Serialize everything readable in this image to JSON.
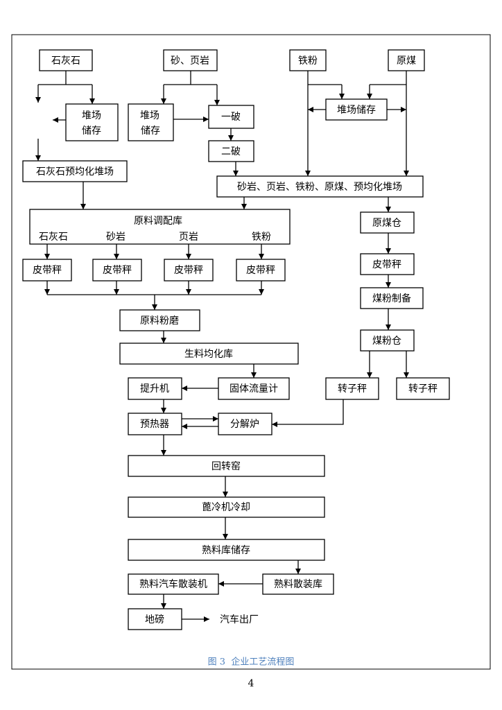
{
  "diagram": {
    "inputs": {
      "limestone": "石灰石",
      "sand_shale": "砂、页岩",
      "iron_powder": "铁粉",
      "raw_coal": "原煤"
    },
    "limestone_yard": {
      "line1": "堆场",
      "line2": "储存"
    },
    "sand_yard": {
      "line1": "堆场",
      "line2": "储存"
    },
    "iron_coal_yard": "堆场储存",
    "primary_crushing": "一破",
    "secondary_crushing": "二破",
    "limestone_prehomogenization": "石灰石预均化堆场",
    "mixed_prehomogenization": "砂岩、页岩、铁粉、原煤、预均化堆场",
    "batching": {
      "title": "原料调配库",
      "components": [
        "石灰石",
        "砂岩",
        "页岩",
        "铁粉"
      ]
    },
    "belt_scales": [
      "皮带秤",
      "皮带秤",
      "皮带秤",
      "皮带秤"
    ],
    "coal_line": {
      "raw_coal_bin": "原煤仓",
      "belt_scale": "皮带秤",
      "coal_powder_prep": "煤粉制备",
      "coal_powder_bin": "煤粉仓",
      "rotor_scales": [
        "转子秤",
        "转子秤"
      ]
    },
    "raw_mill": "原料粉磨",
    "raw_meal_homogenization": "生料均化库",
    "elevator": "提升机",
    "solid_flowmeter": "固体流量计",
    "preheater": "预热器",
    "calciner": "分解炉",
    "rotary_kiln": "回转窑",
    "grate_cooler": "蓖冷机冷却",
    "clinker_storage": "熟料库储存",
    "clinker_bulk_storage": "熟料散装库",
    "clinker_truck_loader": "熟料汽车散装机",
    "weighbridge": "地磅",
    "truck_exit": "汽车出厂"
  },
  "caption": "图 3  企业工艺流程图",
  "page_number": "4",
  "colors": {
    "caption": "#4f81bd"
  }
}
